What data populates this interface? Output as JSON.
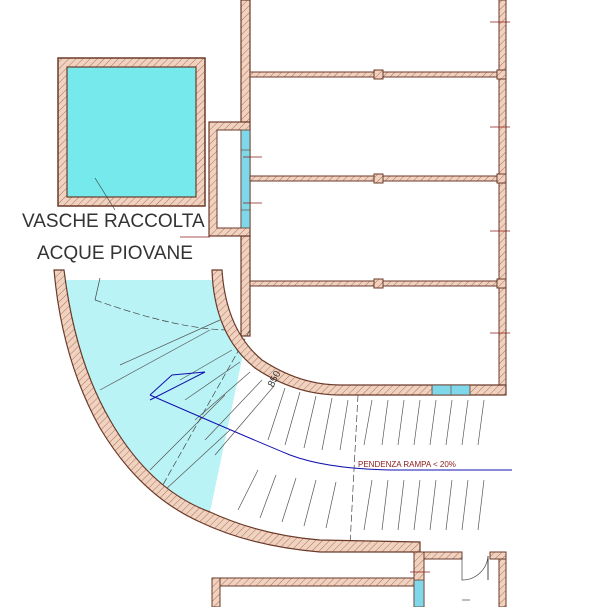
{
  "labels": {
    "tank_line1": "VASCHE RACCOLTA",
    "tank_line2": "ACQUE PIOVANE",
    "ramp_slope": "PENDENZA RAMPA < 20%",
    "ramp_dimension": "850"
  },
  "colors": {
    "wall_fill": "#e8c4ae",
    "wall_stroke": "#6b3a2a",
    "water_tank": "#76e9ec",
    "ramp_water_area": "#baf3f5",
    "window_cyan": "#7fd8ea",
    "slope_line": "#1010b0",
    "guide_line": "#8b1a1a"
  }
}
